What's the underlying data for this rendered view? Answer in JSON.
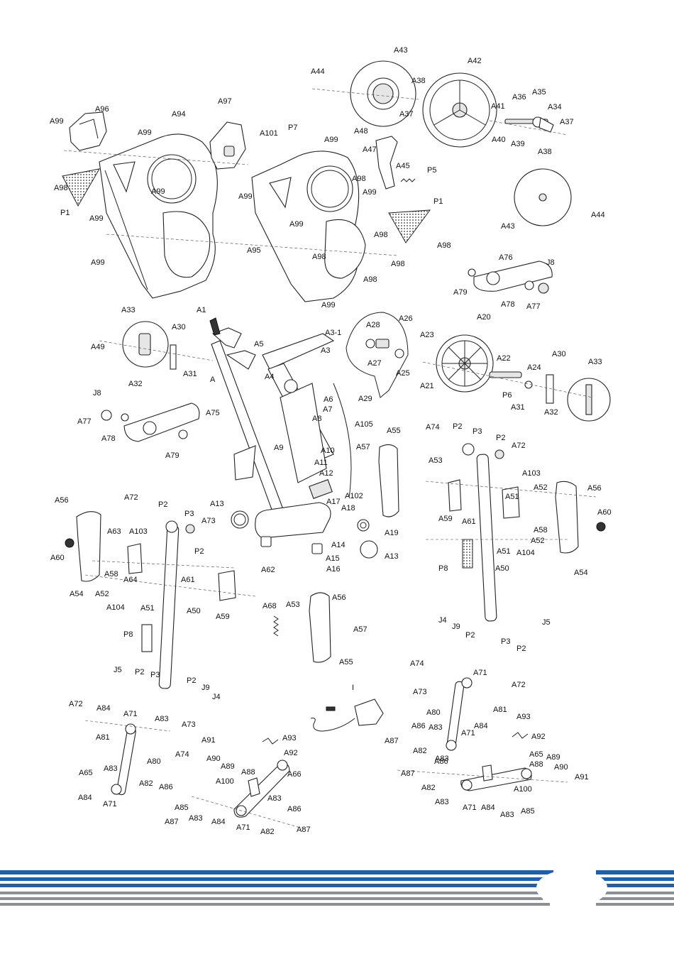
{
  "labels": [
    "A1",
    "A3",
    "A3-1",
    "A4",
    "A5",
    "A6",
    "A7",
    "A8",
    "A9",
    "A10",
    "A11",
    "A12",
    "A13",
    "A14",
    "A15",
    "A16",
    "A17",
    "A18",
    "A19",
    "A20",
    "A21",
    "A22",
    "A23",
    "A24",
    "A25",
    "A26",
    "A27",
    "A28",
    "A29",
    "A30",
    "A31",
    "A32",
    "A33",
    "A34",
    "A35",
    "A36",
    "A37",
    "A38",
    "A39",
    "A40",
    "A41",
    "A42",
    "A43",
    "A44",
    "A45",
    "A47",
    "A48",
    "A49",
    "A50",
    "A51",
    "A52",
    "A53",
    "A54",
    "A55",
    "A56",
    "A57",
    "A58",
    "A59",
    "A60",
    "A61",
    "A62",
    "A63",
    "A64",
    "A65",
    "A66",
    "A68",
    "A71",
    "A72",
    "A73",
    "A74",
    "A75",
    "A76",
    "A77",
    "A78",
    "A79",
    "A80",
    "A81",
    "A82",
    "A83",
    "A84",
    "A85",
    "A86",
    "A87",
    "A88",
    "A89",
    "A90",
    "A91",
    "A92",
    "A93",
    "A94",
    "A95",
    "A96",
    "A97",
    "A98",
    "A99",
    "A100",
    "A101",
    "A102",
    "A103",
    "A104",
    "A105",
    "A",
    "P1",
    "P2",
    "P3",
    "P5",
    "P6",
    "P7",
    "P8",
    "J4",
    "J5",
    "J8",
    "J9",
    "I"
  ],
  "colors": {
    "stripe_blue": "#1f5fb0",
    "stripe_grey": "#8a8f96",
    "line": "#222222"
  },
  "page_badge": {
    "shape": "white-oval",
    "text": ""
  }
}
